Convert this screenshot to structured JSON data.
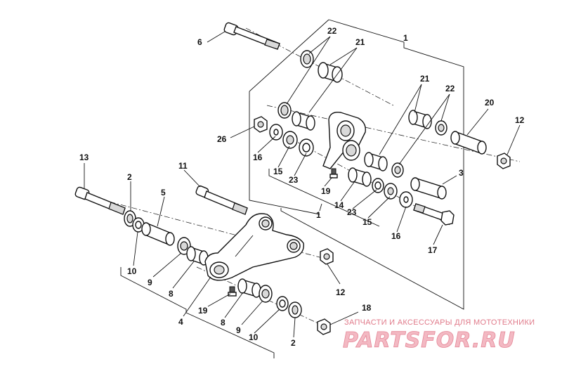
{
  "diagram": {
    "callouts": [
      {
        "id": "c-1a",
        "label": "1"
      },
      {
        "id": "c-1b",
        "label": "1"
      },
      {
        "id": "c-2a",
        "label": "2"
      },
      {
        "id": "c-2b",
        "label": "2"
      },
      {
        "id": "c-3",
        "label": "3"
      },
      {
        "id": "c-4",
        "label": "4"
      },
      {
        "id": "c-5",
        "label": "5"
      },
      {
        "id": "c-6",
        "label": "6"
      },
      {
        "id": "c-8a",
        "label": "8"
      },
      {
        "id": "c-8b",
        "label": "8"
      },
      {
        "id": "c-9a",
        "label": "9"
      },
      {
        "id": "c-9b",
        "label": "9"
      },
      {
        "id": "c-10a",
        "label": "10"
      },
      {
        "id": "c-10b",
        "label": "10"
      },
      {
        "id": "c-11",
        "label": "11"
      },
      {
        "id": "c-12a",
        "label": "12"
      },
      {
        "id": "c-12b",
        "label": "12"
      },
      {
        "id": "c-13",
        "label": "13"
      },
      {
        "id": "c-14",
        "label": "14"
      },
      {
        "id": "c-15a",
        "label": "15"
      },
      {
        "id": "c-15b",
        "label": "15"
      },
      {
        "id": "c-16a",
        "label": "16"
      },
      {
        "id": "c-16b",
        "label": "16"
      },
      {
        "id": "c-17",
        "label": "17"
      },
      {
        "id": "c-18",
        "label": "18"
      },
      {
        "id": "c-19a",
        "label": "19"
      },
      {
        "id": "c-19b",
        "label": "19"
      },
      {
        "id": "c-20",
        "label": "20"
      },
      {
        "id": "c-21a",
        "label": "21"
      },
      {
        "id": "c-21b",
        "label": "21"
      },
      {
        "id": "c-22a",
        "label": "22"
      },
      {
        "id": "c-22b",
        "label": "22"
      },
      {
        "id": "c-23a",
        "label": "23"
      },
      {
        "id": "c-23b",
        "label": "23"
      },
      {
        "id": "c-26",
        "label": "26"
      }
    ]
  },
  "watermark": {
    "text": "ЗАПЧАСТИ И АКСЕССУАРЫ ДЛЯ МОТОТЕХНИКИ",
    "logo": "PARTSFOR.RU"
  }
}
